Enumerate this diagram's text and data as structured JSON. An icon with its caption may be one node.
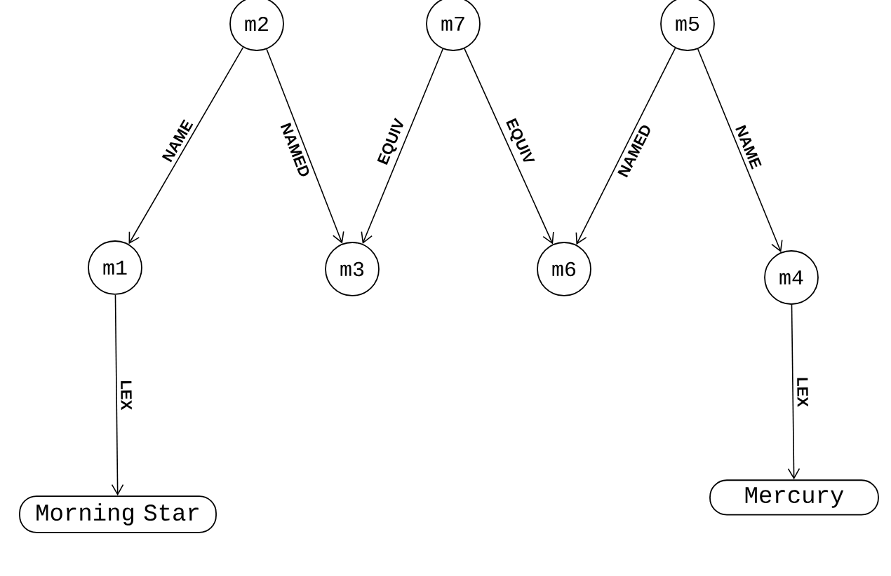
{
  "diagram": {
    "nodes": [
      {
        "text": [
          "m2"
        ]
      },
      {
        "text": [
          "m7"
        ]
      },
      {
        "text": [
          "m5"
        ]
      },
      {
        "text": [
          "m1"
        ]
      },
      {
        "text": [
          "m3"
        ]
      },
      {
        "text": [
          "m6"
        ]
      },
      {
        "text": [
          "m4"
        ]
      },
      {
        "text": [
          "Morning Star"
        ]
      },
      {
        "text": [
          "Mercury"
        ]
      }
    ],
    "edges": [
      {
        "from": 0,
        "to": 3,
        "arrow": "to",
        "label": "NAME"
      },
      {
        "from": 0,
        "to": 4,
        "arrow": "to",
        "label": "NAMED"
      },
      {
        "from": 1,
        "to": 4,
        "arrow": "to",
        "label": "EQUIV"
      },
      {
        "from": 1,
        "to": 5,
        "arrow": "to",
        "label": "EQUIV"
      },
      {
        "from": 2,
        "to": 5,
        "arrow": "to",
        "label": "NAMED"
      },
      {
        "from": 2,
        "to": 6,
        "arrow": "to",
        "label": "NAME"
      },
      {
        "from": 3,
        "to": 7,
        "arrow": "to",
        "label": "LEX"
      },
      {
        "from": 6,
        "to": 8,
        "arrow": "to",
        "label": "LEX"
      }
    ]
  }
}
